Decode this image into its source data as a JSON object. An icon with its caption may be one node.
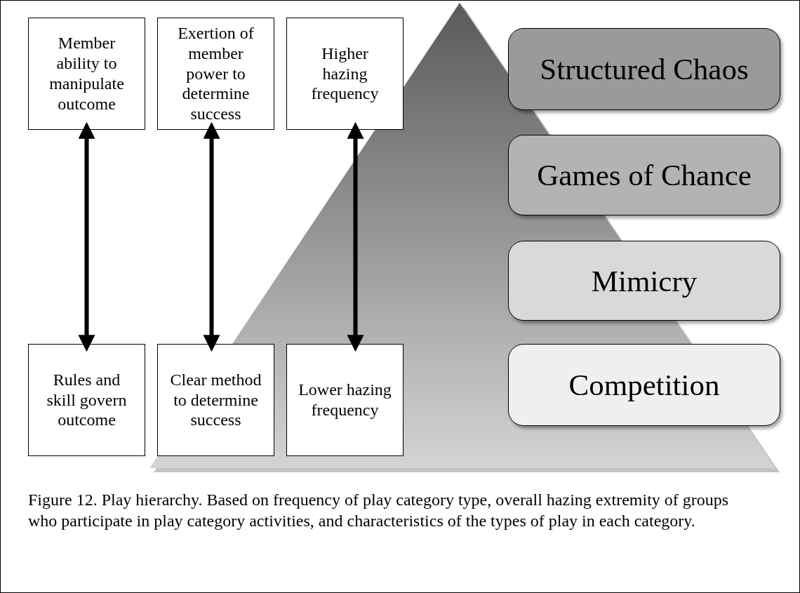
{
  "diagram": {
    "caption": "Figure 12. Play hierarchy. Based on frequency of play category type, overall hazing extremity of groups who participate in play category activities, and characteristics of the types of play in each category.",
    "nodes": [
      {
        "text": [
          "Member ability to manipulate outcome"
        ]
      },
      {
        "text": [
          "Exertion of member power to determine success"
        ]
      },
      {
        "text": [
          "Higher hazing frequency"
        ]
      },
      {
        "text": [
          "Rules and skill govern outcome"
        ]
      },
      {
        "text": [
          "Clear method to determine success"
        ]
      },
      {
        "text": [
          "Lower hazing frequency"
        ]
      },
      {
        "text": [
          "Structured Chaos"
        ]
      },
      {
        "text": [
          "Games of Chance"
        ]
      },
      {
        "text": [
          "Mimicry"
        ]
      },
      {
        "text": [
          "Competition"
        ]
      }
    ],
    "edges": [
      {
        "from": 0,
        "to": 3,
        "arrow": "both"
      },
      {
        "from": 1,
        "to": 4,
        "arrow": "both"
      },
      {
        "from": 2,
        "to": 5,
        "arrow": "both"
      }
    ]
  }
}
